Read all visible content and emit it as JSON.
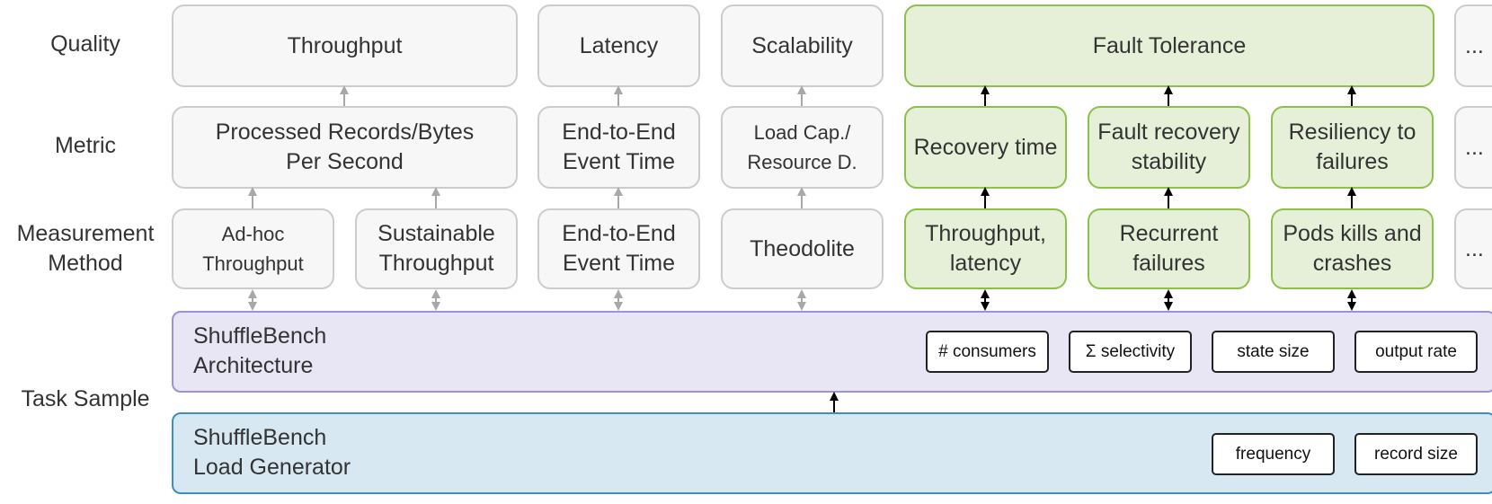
{
  "rows": {
    "quality": "Quality",
    "metric": "Metric",
    "measurement": "Measurement\nMethod",
    "task": "Task Sample"
  },
  "quality": {
    "throughput": "Throughput",
    "latency": "Latency",
    "scalability": "Scalability",
    "fault_tolerance": "Fault Tolerance",
    "more": "..."
  },
  "metric": {
    "records_per_second": "Processed Records/Bytes\nPer Second",
    "event_time": "End-to-End\nEvent Time",
    "load_capacity": "Load Cap./\nResource D.",
    "recovery_time": "Recovery time",
    "fault_recovery_stability": "Fault recovery\nstability",
    "resiliency": "Resiliency to\nfailures",
    "more": "..."
  },
  "measurement": {
    "adhoc": "Ad-hoc\nThroughput",
    "sustainable": "Sustainable\nThroughput",
    "event_time": "End-to-End\nEvent Time",
    "theodolite": "Theodolite",
    "throughput_latency": "Throughput,\nlatency",
    "recurrent_failures": "Recurrent\nfailures",
    "pod_kills": "Pods kills and\ncrashes",
    "more": "..."
  },
  "architecture": {
    "title": "ShuffleBench\nArchitecture",
    "params": [
      "# consumers",
      "Σ selectivity",
      "state size",
      "output rate"
    ]
  },
  "load_generator": {
    "title": "ShuffleBench\nLoad Generator",
    "params": [
      "frequency",
      "record size"
    ]
  },
  "colors": {
    "gray_fill": "#f7f7f7",
    "gray_border": "#cccccc",
    "green_fill": "#e6f0d9",
    "green_border": "#8cc04a",
    "purple_fill": "#e8e5f5",
    "purple_border": "#a190d8",
    "blue_fill": "#d7e8f2",
    "blue_border": "#3c8fc0"
  }
}
